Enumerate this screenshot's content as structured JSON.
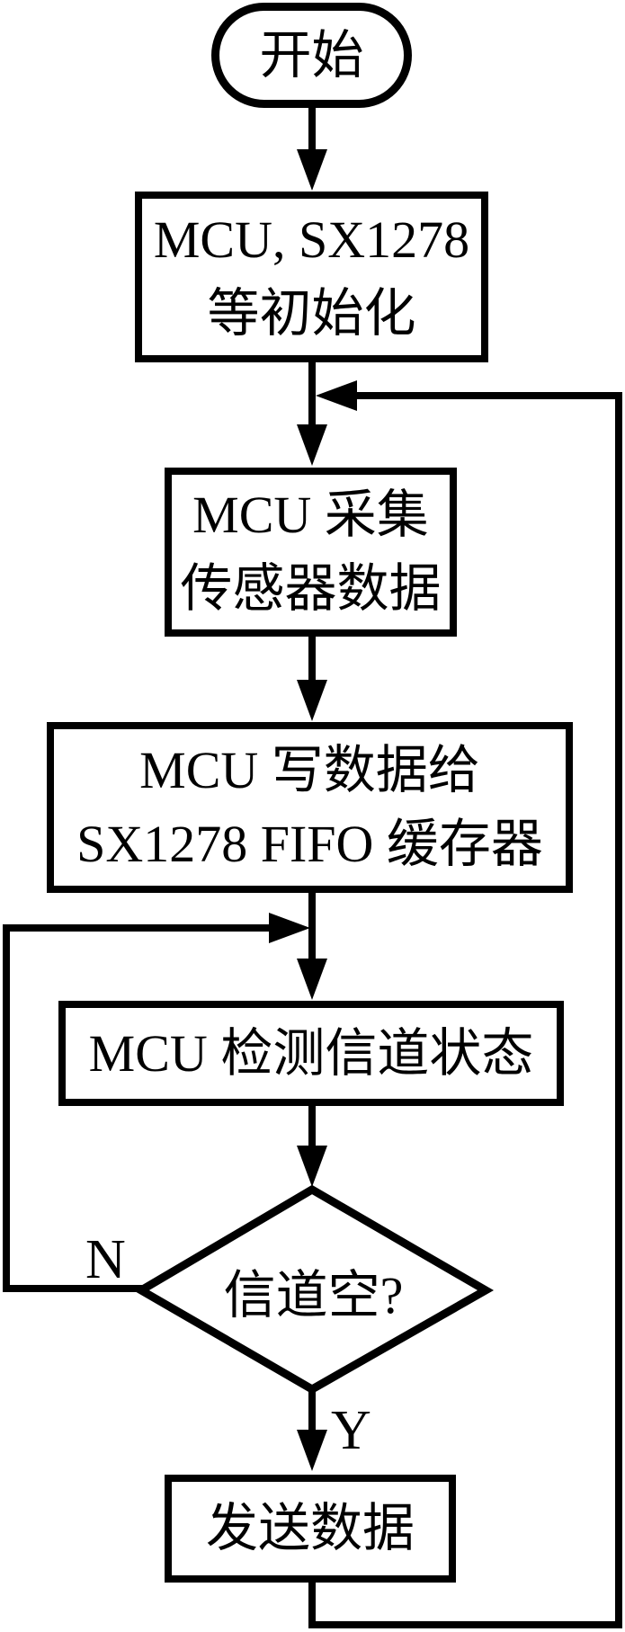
{
  "colors": {
    "line": "#000000",
    "background": "#ffffff"
  },
  "nodes": {
    "start": "开始",
    "init_line1": "MCU, SX1278",
    "init_line2": "等初始化",
    "collect_line1": "MCU 采集",
    "collect_line2": "传感器数据",
    "write_line1": "MCU 写数据给",
    "write_line2": "SX1278 FIFO 缓存器",
    "detect": "MCU 检测信道状态",
    "decision": "信道空?",
    "send": "发送数据"
  },
  "edge_labels": {
    "no": "N",
    "yes": "Y"
  }
}
